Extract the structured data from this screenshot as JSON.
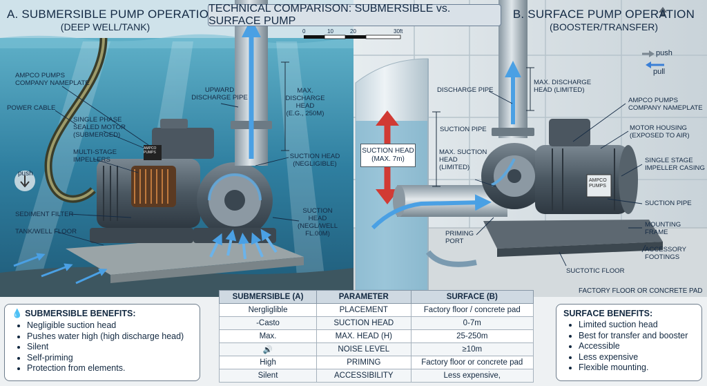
{
  "banner": "TECHNICAL COMPARISON: SUBMERSIBLE vs. SURFACE PUMP",
  "left": {
    "title": "A. SUBMERSIBLE PUMP OPERATION",
    "subtitle": "(DEEP WELL/TANK)",
    "labels": {
      "nameplate": [
        "AMPCO PUMPS",
        "COMPANY NAMEPLATE"
      ],
      "power_cable": "POWER CABLE",
      "motor": [
        "SINGLE PHASE",
        "SEALED MOTOR",
        "(SUBMERGED)"
      ],
      "impellers": [
        "MULTI-STAGE",
        "IMPELLERS"
      ],
      "discharge_pipe": [
        "UPWARD",
        "DISCHARGE PIPE"
      ],
      "discharge_head": [
        "MAX.",
        "DISCHARGE",
        "HEAD",
        "(e.g., 250m)"
      ],
      "suction_head_top": [
        "SUCTION HEAD",
        "(NEGLIGIBLE)"
      ],
      "suction_head_bottom": [
        "SUCTION",
        "HEAD",
        "(NEGL/WELL",
        "FL.00m)"
      ],
      "push": "push",
      "sediment": "SEDIMENT FILTER",
      "floor": "TANK/WELL FLOOR"
    }
  },
  "right": {
    "title": "B. SURFACE PUMP OPERATION",
    "subtitle": "(BOOSTER/TRANSFER)",
    "legend_push": "push",
    "legend_pull": "pull",
    "labels": {
      "discharge_pipe": "DISCHARGE PIPE",
      "discharge_head": [
        "MAX. DISCHARGE",
        "HEAD (LIMITED)"
      ],
      "nameplate": [
        "AMPCO PUMPS",
        "COMPANY NAMEPLATE"
      ],
      "motor_housing": [
        "MOTOR HOUSING",
        "(EXPOSED TO AIR)"
      ],
      "impeller_casing": [
        "SINGLE STAGE",
        "IMPELLER CASING"
      ],
      "suction_pipe_left": "SUCTION PIPE",
      "suction_head_max": [
        "MAX. SUCTION",
        "HEAD",
        "(LIMITED)"
      ],
      "suction_head_box": [
        "SUCTION HEAD",
        "(MAX. 7m)"
      ],
      "suction_pipe_right": "SUCTION PIPE",
      "mounting_frame": [
        "MOUNTING",
        "FRAME"
      ],
      "accessory": [
        "ACCESSORY",
        "FOOTINGS"
      ],
      "priming": [
        "PRIMING",
        "PORT"
      ],
      "floor": "SUCTOTIC FLOOR",
      "factory": "FACTORY FLOOR OR CONCRETE PAD"
    }
  },
  "scale": {
    "ticks": [
      "0",
      "10",
      "20",
      "30ft"
    ]
  },
  "nameplate_text": [
    "AMPCO",
    "PUMPS"
  ],
  "table": {
    "headers": [
      "SUBMERSIBLE (A)",
      "PARAMETER",
      "SURFACE (B)"
    ],
    "rows": [
      [
        "Nergliglible",
        "PLACEMENT",
        "Factory floor / concrete pad"
      ],
      [
        "-Casto",
        "SUCTION HEAD",
        "0-7m"
      ],
      [
        "Max.",
        "MAX. HEAD (H)",
        "25-250m"
      ],
      [
        "",
        "NOISE LEVEL",
        "≥10m"
      ],
      [
        "High",
        "PRIMING",
        "Factory floor or concrete pad"
      ],
      [
        "Silent",
        "ACCESSIBILITY",
        "Less expensive,"
      ]
    ]
  },
  "sub_benefits": {
    "title": "SUBMERSIBLE BENEFITS:",
    "items": [
      "Negligible suction head",
      "Pushes water high (high discharge head)",
      "Silent",
      "Self-priming",
      "Protection from elements."
    ]
  },
  "surf_benefits": {
    "title": "SURFACE BENEFITS:",
    "items": [
      "Limited suction head",
      "Best for transfer and booster",
      "Accessible",
      "Less expensive",
      "Flexible mounting."
    ]
  },
  "colors": {
    "water": "#2f7fa0",
    "pump_metal": "#4a5761",
    "arrow_blue": "#3f8fd6",
    "arrow_red": "#d13a34"
  }
}
